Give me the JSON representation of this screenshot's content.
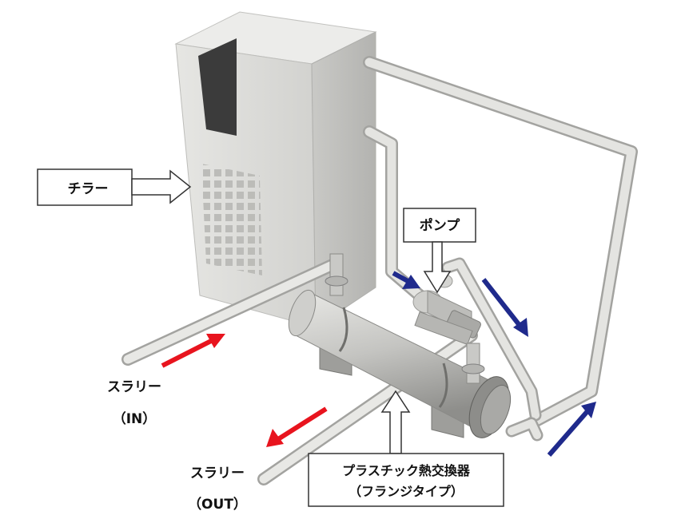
{
  "labels": {
    "chiller": "チラー",
    "pump": "ポンプ",
    "slurry_in_line1": "スラリー",
    "slurry_in_line2": "（IN）",
    "slurry_out_line1": "スラリー",
    "slurry_out_line2": "（OUT）",
    "heat_exchanger_line1": "プラスチック熱交換器",
    "heat_exchanger_line2": "（フランジタイプ）"
  },
  "colors": {
    "slurry_flow_arrow": "#e8141e",
    "coolant_flow_arrow": "#1f2a8c",
    "equipment": "#d9d9d6",
    "window": "#3c3c3c"
  }
}
